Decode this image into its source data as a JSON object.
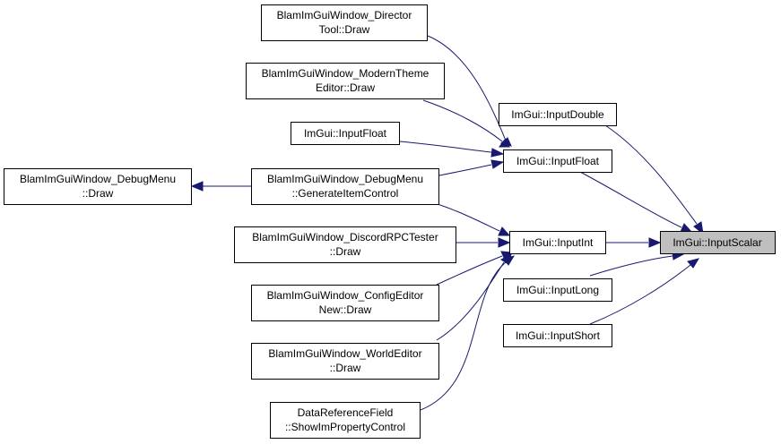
{
  "colors": {
    "edge": "#191970",
    "highlight_fill": "#bfbfbf",
    "node_fill": "#ffffff",
    "border": "#000000"
  },
  "nodes": {
    "director_tool": [
      "BlamImGuiWindow_Director",
      "Tool::Draw"
    ],
    "modern_theme": [
      "BlamImGuiWindow_ModernTheme",
      "Editor::Draw"
    ],
    "input_float_left": [
      "ImGui::InputFloat"
    ],
    "debug_menu_draw": [
      "BlamImGuiWindow_DebugMenu",
      "::Draw"
    ],
    "debug_menu_generate": [
      "BlamImGuiWindow_DebugMenu",
      "::GenerateItemControl"
    ],
    "discord_rpc": [
      "BlamImGuiWindow_DiscordRPCTester",
      "::Draw"
    ],
    "config_editor": [
      "BlamImGuiWindow_ConfigEditor",
      "New::Draw"
    ],
    "world_editor": [
      "BlamImGuiWindow_WorldEditor",
      "::Draw"
    ],
    "data_reference": [
      "DataReferenceField",
      "::ShowImPropertyControl"
    ],
    "input_double": [
      "ImGui::InputDouble"
    ],
    "input_float": [
      "ImGui::InputFloat"
    ],
    "input_int": [
      "ImGui::InputInt"
    ],
    "input_long": [
      "ImGui::InputLong"
    ],
    "input_short": [
      "ImGui::InputShort"
    ],
    "input_scalar": [
      "ImGui::InputScalar"
    ]
  }
}
